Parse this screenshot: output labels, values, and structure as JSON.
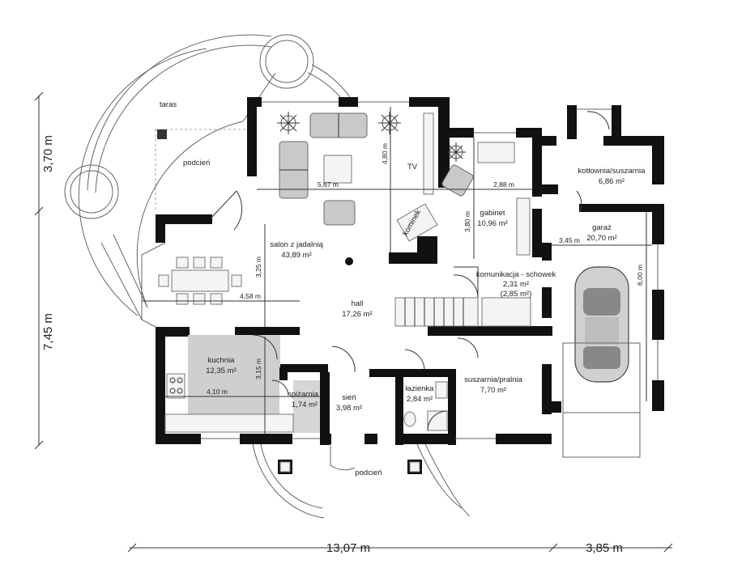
{
  "rooms": {
    "taras": {
      "name": "taras"
    },
    "podcien_left": {
      "name": "podcień"
    },
    "salon": {
      "name": "salon z jadalnią",
      "area": "43,89 m²"
    },
    "kominek": {
      "name": "kominek"
    },
    "tv": {
      "name": "TV"
    },
    "gabinet": {
      "name": "gabinet",
      "area": "10,96 m²"
    },
    "kotlownia": {
      "name": "kotłownia/suszarnia",
      "area": "6,86 m²"
    },
    "garaz": {
      "name": "garaż",
      "area": "20,70 m²"
    },
    "komunikacja": {
      "name": "komunikacja - schowek",
      "area": "2,31 m²",
      "area2": "(2,85 m²)"
    },
    "hall": {
      "name": "hall",
      "area": "17,26 m²"
    },
    "kuchnia": {
      "name": "kuchnia",
      "area": "12,35 m²"
    },
    "spizarnia": {
      "name": "spiżarnia",
      "area": "1,74 m²"
    },
    "sien": {
      "name": "sień",
      "area": "3,98 m²"
    },
    "lazienka": {
      "name": "łazienka",
      "area": "2,84 m²"
    },
    "suszarnia": {
      "name": "suszarnia/pralnia",
      "area": "7,70 m²"
    },
    "podcien_bottom": {
      "name": "podcień"
    }
  },
  "dimensions": {
    "salon_width": "5,67 m",
    "salon_depth": "4,80 m",
    "gabinet_width": "2,88 m",
    "gabinet_depth": "3,80 m",
    "dining_width": "4,58 m",
    "dining_depth": "3,25 m",
    "kitchen_width": "4,10 m",
    "kitchen_depth": "3,15 m",
    "garage_width": "3,45 m",
    "garage_depth": "6,00 m",
    "overall_height_top": "3,70 m",
    "overall_height_bottom": "7,45 m",
    "overall_width_left": "13,07 m",
    "overall_width_right": "3,85 m"
  }
}
